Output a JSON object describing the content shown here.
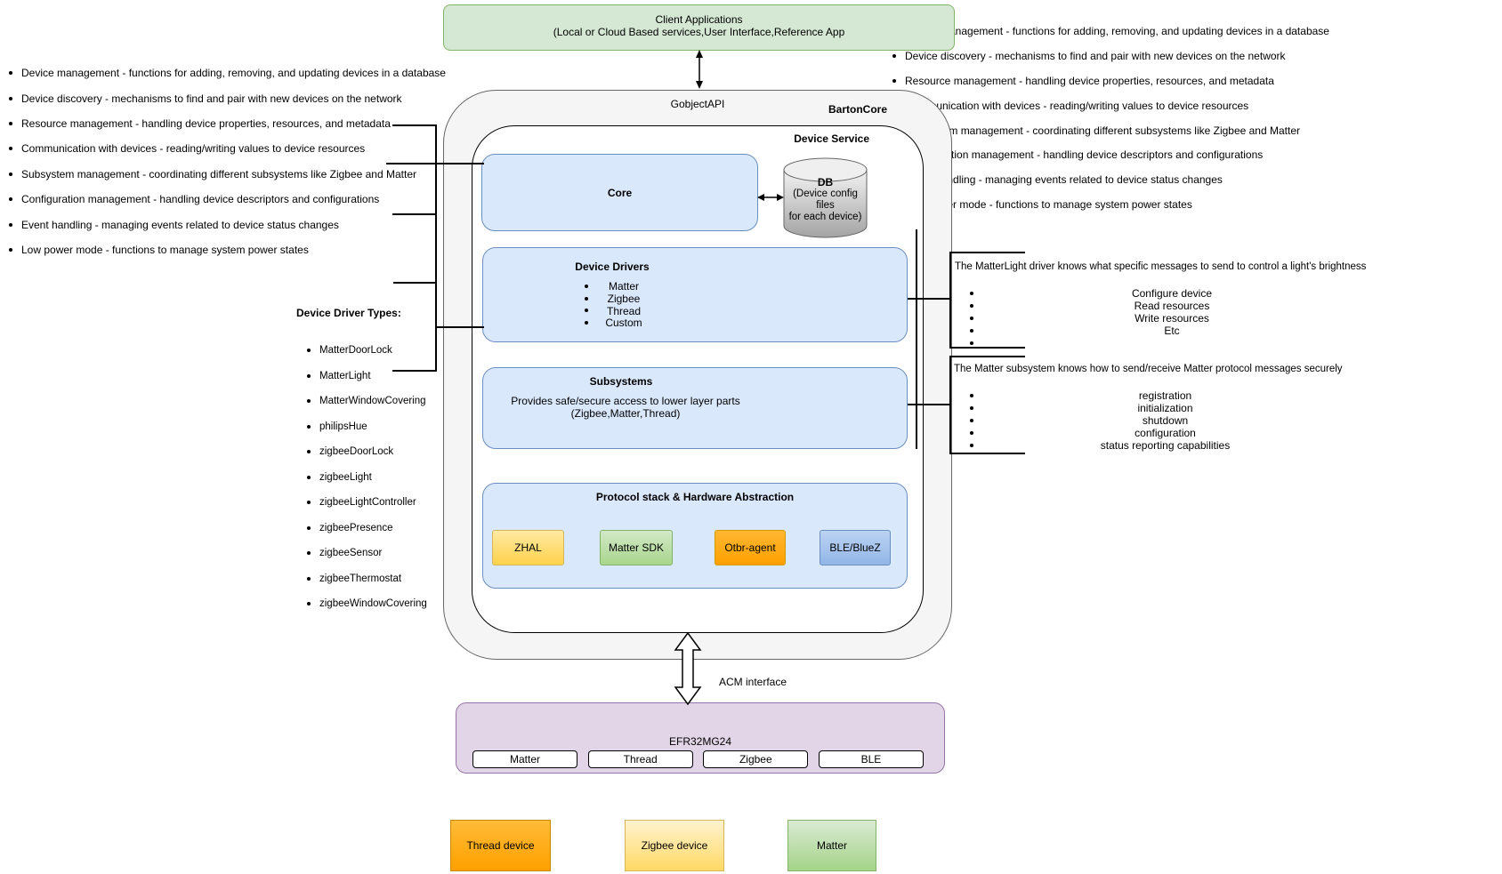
{
  "features": {
    "items": [
      "Device management - functions for adding, removing, and updating devices in a database",
      "Device discovery - mechanisms to find and pair with new devices on the network",
      "Resource management - handling device properties, resources, and metadata",
      "Communication with devices - reading/writing values to device resources",
      "Subsystem management - coordinating different subsystems like Zigbee and Matter",
      "Configuration management - handling device descriptors and configurations",
      "Event handling - managing events related to device status changes",
      "Low power mode - functions to manage system power states"
    ]
  },
  "client_apps": {
    "line1": "Client Applications",
    "line2": "(Local or Cloud Based services,User Interface,Reference App"
  },
  "barton": {
    "api_label": "GobjectAPI",
    "title": "BartonCore"
  },
  "device_service": {
    "title": "Device Service"
  },
  "core": {
    "label": "Core"
  },
  "db": {
    "title": "DB",
    "line2": "(Device config files",
    "line3": "for each device)"
  },
  "device_drivers": {
    "title": "Device Drivers",
    "items": [
      "Matter",
      "Zigbee",
      "Thread",
      "Custom"
    ]
  },
  "subsystems": {
    "title": "Subsystems",
    "line1": "Provides safe/secure access to lower layer parts",
    "line2": "(Zigbee,Matter,Thread)"
  },
  "protocol": {
    "title": "Protocol stack & Hardware Abstraction",
    "modules": [
      {
        "label": "ZHAL",
        "color": "#ffd966"
      },
      {
        "label": "Matter SDK",
        "color": "#a8d68b"
      },
      {
        "label": "Otbr-agent",
        "color": "#ffa500"
      },
      {
        "label": "BLE/BlueZ",
        "color": "#a8c7ee"
      }
    ]
  },
  "driver_types": {
    "title": "Device Driver Types:",
    "items": [
      "MatterDoorLock",
      "MatterLight",
      "MatterWindowCovering",
      "philipsHue",
      "zigbeeDoorLock",
      "zigbeeLight",
      "zigbeeLightController",
      "zigbeePresence",
      "zigbeeSensor",
      "zigbeeThermostat",
      "zigbeeWindowCovering"
    ]
  },
  "annotation_driver": {
    "text": "The MatterLight driver knows what specific messages to send to control a light's brightness",
    "items": [
      "Configure device",
      "Read resources",
      "Write resources",
      "Etc"
    ]
  },
  "annotation_subsystem": {
    "text": "The Matter subsystem knows how to send/receive Matter protocol messages securely",
    "items": [
      "registration",
      "initialization",
      "shutdown",
      "configuration",
      "status reporting capabilities"
    ]
  },
  "acm": {
    "label": "ACM interface"
  },
  "efr": {
    "title": "EFR32MG24",
    "radios": [
      "Matter",
      "Thread",
      "Zigbee",
      "BLE"
    ]
  },
  "devices": [
    {
      "label": "Thread device",
      "color": "#ffa500"
    },
    {
      "label": "Zigbee device",
      "color": "#ffe9a9"
    },
    {
      "label": "Matter",
      "color": "#a5d489"
    }
  ],
  "colors": {
    "green_fill": "#d5e8d4",
    "green_border": "#82b366",
    "blue_fill": "#dae8fc",
    "blue_border": "#6c8ebf",
    "purple_fill": "#e1d5e7",
    "purple_border": "#9673a6",
    "gray_container": "#f5f5f5",
    "yellow_fill": "#ffd966",
    "orange_fill": "#ffa500"
  }
}
